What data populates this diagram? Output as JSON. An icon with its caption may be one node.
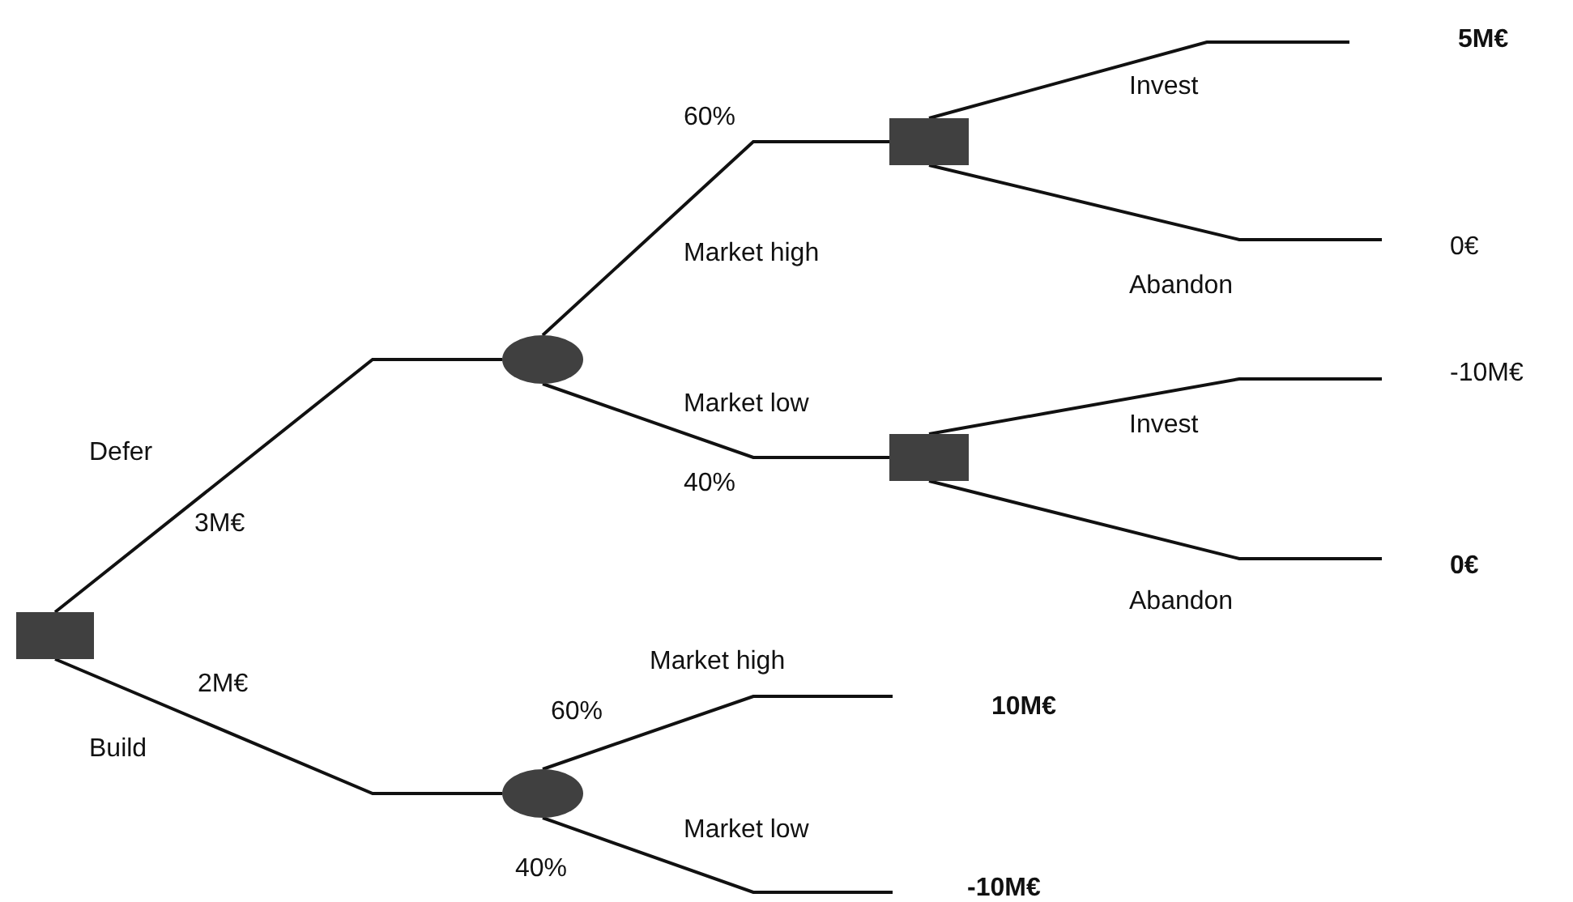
{
  "diagram": {
    "nodes": [
      {
        "text": [],
        "shape": "box"
      },
      {
        "text": [],
        "shape": "circle"
      },
      {
        "text": [],
        "shape": "box"
      },
      {
        "text": [],
        "shape": "box"
      },
      {
        "text": [],
        "shape": "circle"
      },
      {
        "text": [
          "5M€"
        ]
      },
      {
        "text": [
          "0€"
        ]
      },
      {
        "text": [
          "-10M€"
        ]
      },
      {
        "text": [
          "0€"
        ]
      },
      {
        "text": [
          "10M€"
        ]
      },
      {
        "text": [
          "-10M€"
        ]
      }
    ],
    "edges": [
      {
        "from": 0,
        "to": 1,
        "arrow": "none",
        "label": "Defer"
      },
      {
        "from": 0,
        "to": 4,
        "arrow": "none",
        "label": "Build"
      },
      {
        "from": 1,
        "to": 2,
        "arrow": "none",
        "label": "Market high"
      },
      {
        "from": 1,
        "to": 3,
        "arrow": "none",
        "label": "Market low"
      },
      {
        "from": 2,
        "to": 5,
        "arrow": "none",
        "label": "Invest"
      },
      {
        "from": 2,
        "to": 6,
        "arrow": "none",
        "label": "Abandon"
      },
      {
        "from": 3,
        "to": 7,
        "arrow": "none",
        "label": "Invest"
      },
      {
        "from": 3,
        "to": 8,
        "arrow": "none",
        "label": "Abandon"
      },
      {
        "from": 4,
        "to": 9,
        "arrow": "none",
        "label": "Market high"
      },
      {
        "from": 4,
        "to": 10,
        "arrow": "none",
        "label": "Market low"
      }
    ],
    "labels": [
      "60%",
      "40%",
      "3M€",
      "2M€",
      "60%",
      "40%"
    ]
  }
}
